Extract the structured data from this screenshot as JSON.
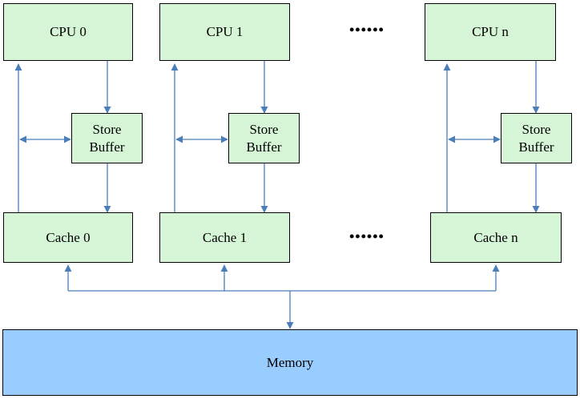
{
  "cpus": [
    {
      "cpu_label": "CPU 0",
      "store_buffer_label": "Store\nBuffer",
      "cache_label": "Cache 0"
    },
    {
      "cpu_label": "CPU 1",
      "store_buffer_label": "Store\nBuffer",
      "cache_label": "Cache 1"
    },
    {
      "cpu_label": "CPU n",
      "store_buffer_label": "Store\nBuffer",
      "cache_label": "Cache n"
    }
  ],
  "ellipsis_top": "••••••",
  "ellipsis_bottom": "••••••",
  "memory_label": "Memory",
  "colors": {
    "cpu_fill": "#d6f5d6",
    "memory_fill": "#99ccff",
    "wire": "#4a7ebb"
  }
}
